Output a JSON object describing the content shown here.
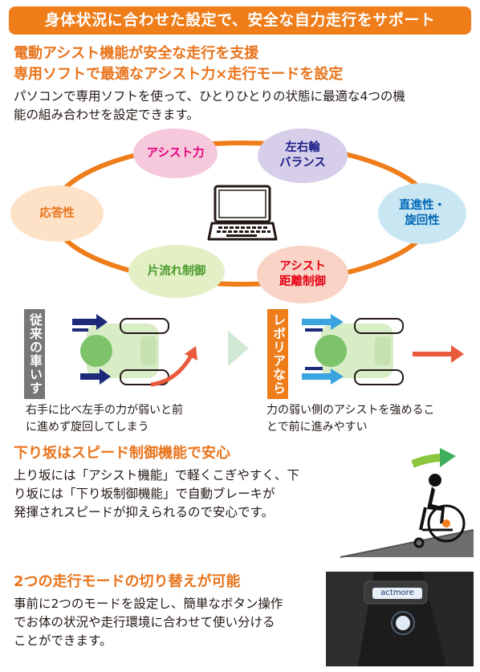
{
  "banner": {
    "title": "身体状況に合わせた設定で、安全な自力走行をサポート"
  },
  "section1": {
    "heading_line1": "電動アシスト機能が安全な走行を支援",
    "heading_line2": "専用ソフトで最適なアシスト力×走行モードを設定",
    "body_line1": "パソコンで専用ソフトを使って、ひとりひとりの状態に最適な4つの機",
    "body_line2": "能の組み合わせを設定できます。"
  },
  "diagram": {
    "bubbles": [
      {
        "id": "assist-power",
        "label": "アシスト力",
        "color": "#f6c8dc",
        "text_color": "#e4007f"
      },
      {
        "id": "lr-balance",
        "label": "左右輪\nバランス",
        "color": "#d7cfea",
        "text_color": "#1d2088"
      },
      {
        "id": "response",
        "label": "応答性",
        "color": "#fde2c7",
        "text_color": "#e8741c"
      },
      {
        "id": "straightness",
        "label": "直進性・\n旋回性",
        "color": "#c9e7f3",
        "text_color": "#0068b7"
      },
      {
        "id": "drift-control",
        "label": "片流れ制御",
        "color": "#e3efc4",
        "text_color": "#4a9a2b"
      },
      {
        "id": "assist-distance",
        "label": "アシスト\n距離制御",
        "color": "#f9d3c6",
        "text_color": "#e60012"
      }
    ],
    "ring_color": "#ee7d1a",
    "center_icon": "laptop-icon"
  },
  "comparison": {
    "conventional_label": "従来の車いす",
    "reborea_label": "レボリアなら",
    "conventional_caption_line1": "右手に比べ左手の力が弱いと前",
    "conventional_caption_line2": "に進めず旋回してしまう",
    "reborea_caption_line1": "力の弱い側のアシストを強めるこ",
    "reborea_caption_line2": "とで前に進みやすい",
    "conventional_color": "#777777",
    "reborea_color": "#ee7d1a"
  },
  "section2": {
    "heading": "下り坂はスピード制御機能で安心",
    "body_line1": "上り坂には「アシスト機能」で軽くこぎやすく、下",
    "body_line2": "り坂には「下り坂制御機能」で自動ブレーキが",
    "body_line3": "発揮されスピードが抑えられるので安心です。"
  },
  "section3": {
    "heading": "2つの走行モードの切り替えが可能",
    "body_line1": "事前に2つのモードを設定し、簡単なボタン操作",
    "body_line2": "でお体の状況や走行環境に合わせて使い分ける",
    "body_line3": "ことができます。",
    "photo_brand": "actmore"
  }
}
